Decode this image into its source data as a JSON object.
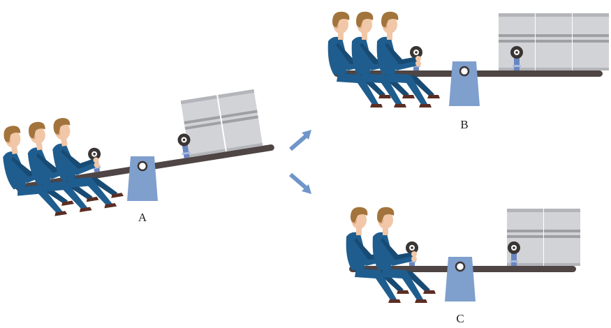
{
  "colors": {
    "beam": "#4e4544",
    "fulcrum": "#7f9fcd",
    "barrel": "#d2d3d7",
    "barrel_band": "#9fa0a5",
    "barrel_top": "#b4b5ba",
    "suit": "#1f5d8f",
    "suit_shadow": "#184b73",
    "skin": "#f1c7a7",
    "hair": "#a2743c",
    "shoe": "#5b2d23",
    "arrow": "#6f95c9",
    "knob_outer": "#3a3433",
    "spring": "#6a86c1"
  },
  "icons": {
    "person": "person-icon",
    "barrel": "barrel-icon",
    "fulcrum": "fulcrum-icon",
    "pivot": "pivot-icon",
    "arrow": "arrow-icon"
  },
  "panels": [
    {
      "id": "A",
      "label": "A",
      "people": 3,
      "barrels": 2
    },
    {
      "id": "B",
      "label": "B",
      "people": 3,
      "barrels": 3
    },
    {
      "id": "C",
      "label": "C",
      "people": 2,
      "barrels": 2
    }
  ]
}
